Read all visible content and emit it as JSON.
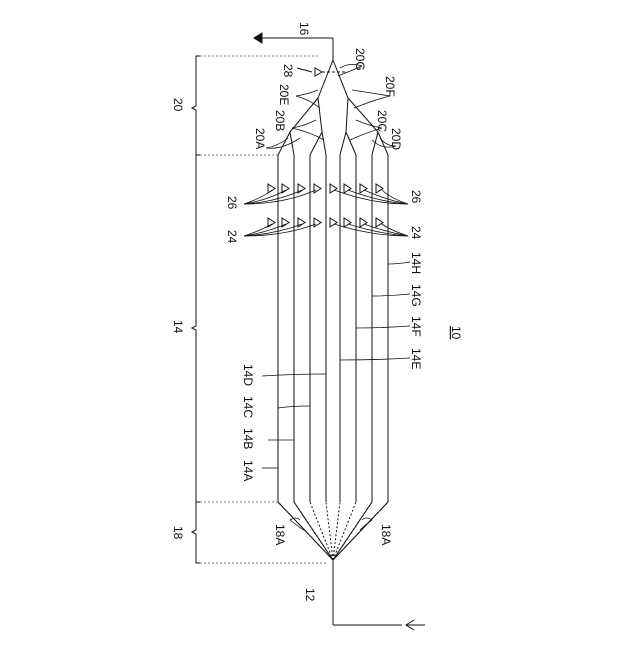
{
  "labels": {
    "fig_number": "10",
    "input": "12",
    "splitter_section": "18",
    "channel_section": "14",
    "combiner_section": "20",
    "output": "16",
    "splitter_arm_left": "18A",
    "splitter_arm_right": "18A",
    "phase_shifter_a": "24",
    "phase_shifter_b": "24",
    "amp_a": "26",
    "amp_b": "26",
    "monitor": "28",
    "channels": [
      "14A",
      "14B",
      "14C",
      "14D",
      "14E",
      "14F",
      "14G",
      "14H"
    ],
    "combiners": [
      "20A",
      "20B",
      "20C",
      "20D",
      "20E",
      "20F",
      "20G"
    ]
  },
  "colors": {
    "line": "#111111",
    "bracket_dash": "#555555"
  }
}
